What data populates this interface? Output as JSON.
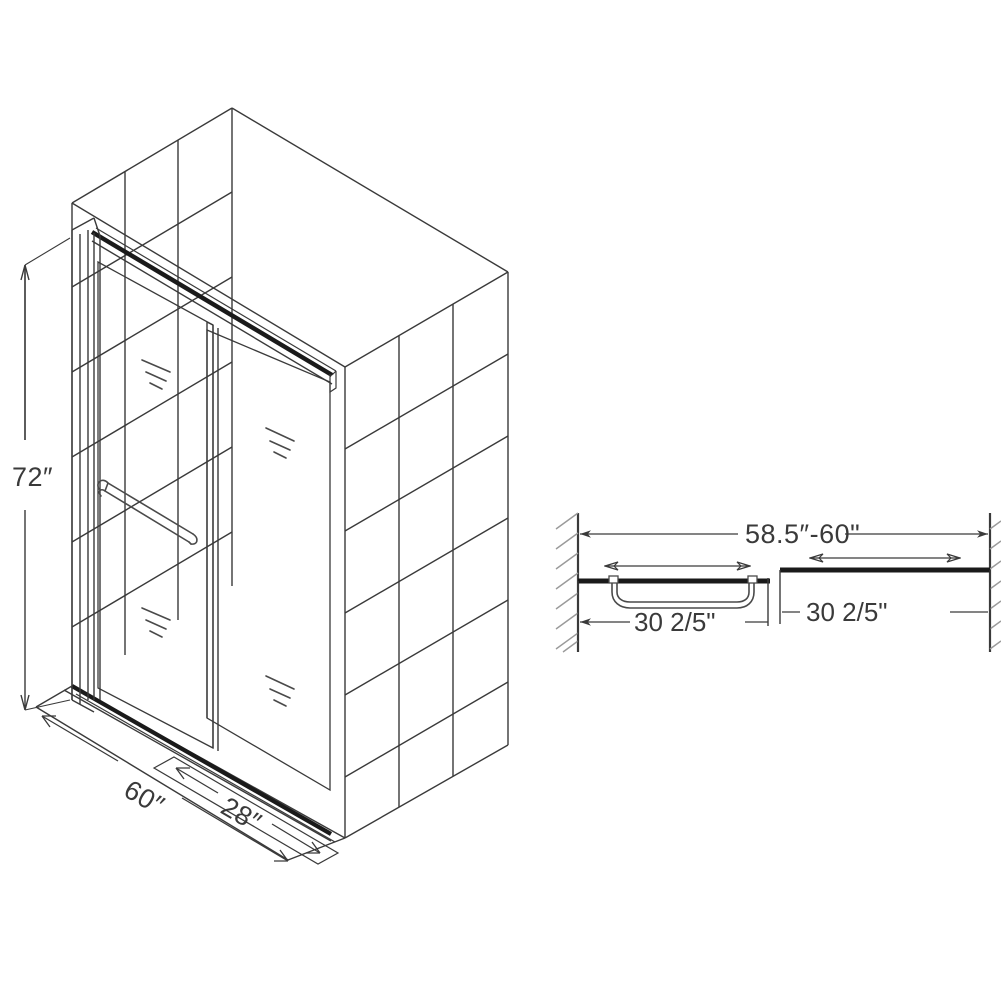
{
  "drawing": {
    "title": "Sliding Shower Door Technical Drawing",
    "background_color": "#ffffff",
    "line_color": "#3a3a3a",
    "heavy_line_color": "#1a1a1a",
    "text_color": "#3a3a3a"
  },
  "elevation_view": {
    "name": "isometric-shower-enclosure",
    "dimensions": {
      "height_label": "72″",
      "base_width_label": "60″",
      "door_panel_label": "28″"
    },
    "parts": {
      "fixed_panel_label": "fixed-glass-panel",
      "sliding_panel_label": "sliding-glass-panel",
      "handle_label": "door-handle",
      "top_rail_label": "top-rail",
      "base_label": "shower-base"
    }
  },
  "plan_view": {
    "name": "top-plan-view",
    "dimensions": {
      "overall_label": "58.5″-60\"",
      "left_panel_label": "30 2/5\"",
      "right_panel_label": "30 2/5\""
    },
    "parts": {
      "left_wall_label": "left-wall",
      "right_wall_label": "right-wall",
      "left_panel_label": "left-sliding-panel",
      "right_panel_label": "right-fixed-panel",
      "handle_label": "plan-door-handle"
    }
  }
}
